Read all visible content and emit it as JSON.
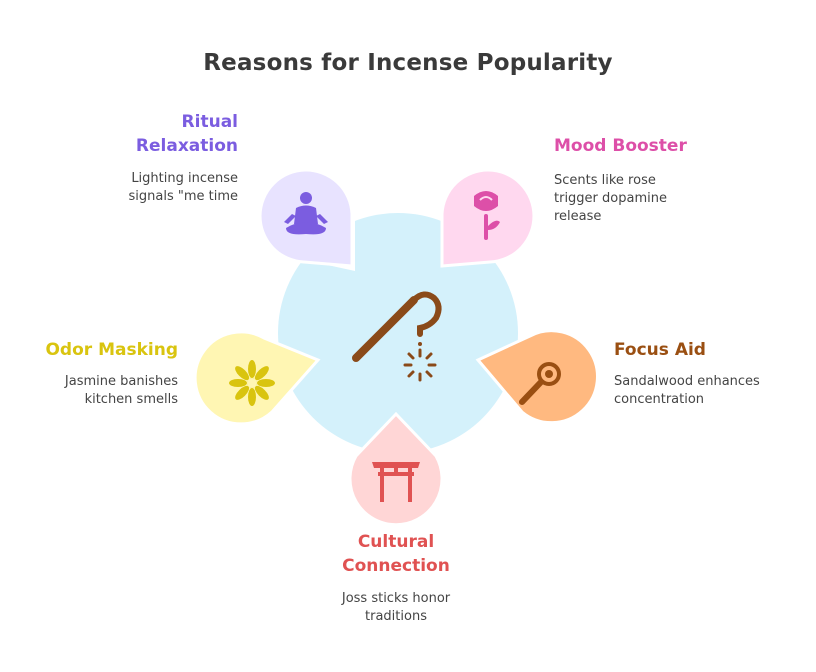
{
  "title": "Reasons for Incense Popularity",
  "colors": {
    "center": "#d4f1fb",
    "ritual": "#7b5de0",
    "ritual_bg": "#e8e3ff",
    "mood": "#dd4fa8",
    "mood_bg": "#ffd8ef",
    "focus": "#9a4f12",
    "focus_bg": "#ffb980",
    "cultural": "#e05252",
    "cultural_bg": "#ffd6d6",
    "odor": "#d9c40f",
    "odor_bg": "#fff6b3",
    "stick": "#8a4a19"
  },
  "center_icon": "incense-stick-icon",
  "items": {
    "ritual": {
      "title_line1": "Ritual",
      "title_line2": "Relaxation",
      "desc_line1": "Lighting incense",
      "desc_line2": "signals \"me time",
      "icon": "meditation-icon"
    },
    "mood": {
      "title": "Mood Booster",
      "desc_line1": "Scents like rose",
      "desc_line2": "trigger dopamine",
      "desc_line3": "release",
      "icon": "rose-icon"
    },
    "focus": {
      "title": "Focus Aid",
      "desc_line1": "Sandalwood enhances",
      "desc_line2": "concentration",
      "icon": "magnifier-icon"
    },
    "cultural": {
      "title_line1": "Cultural",
      "title_line2": "Connection",
      "desc_line1": "Joss sticks honor",
      "desc_line2": "traditions",
      "icon": "torii-gate-icon"
    },
    "odor": {
      "title": "Odor Masking",
      "desc_line1": "Jasmine banishes",
      "desc_line2": "kitchen smells",
      "icon": "jasmine-flower-icon"
    }
  }
}
